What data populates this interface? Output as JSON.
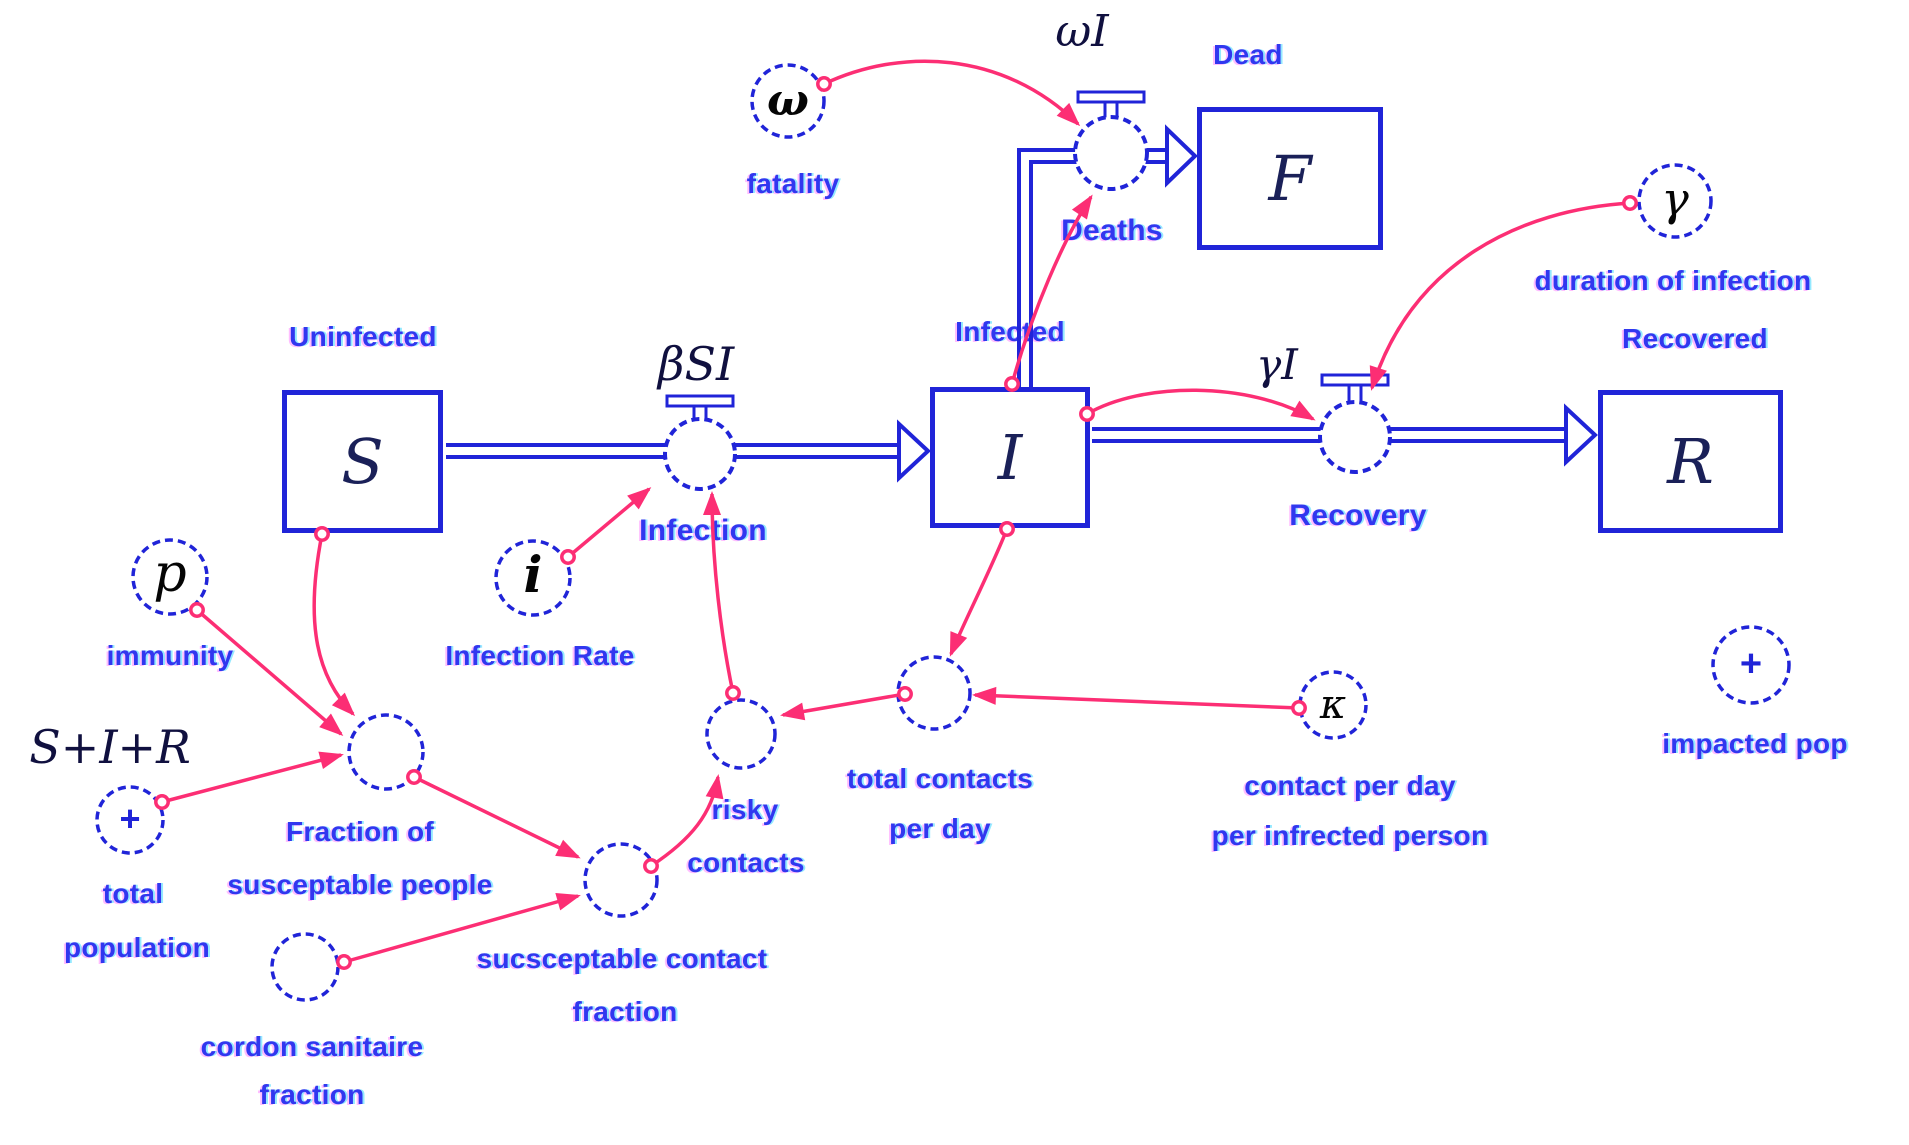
{
  "diagram_type": "stock-and-flow (SIR epidemic model)",
  "stocks": {
    "uninfected": {
      "letter": "S",
      "name": "Uninfected"
    },
    "infected": {
      "letter": "I",
      "name": "Infected"
    },
    "dead": {
      "letter": "F",
      "name": "Dead"
    },
    "recovered": {
      "letter": "R",
      "name": "Recovered"
    }
  },
  "flows": {
    "infection": {
      "name": "Infection",
      "rate": "βSI"
    },
    "deaths": {
      "name": "Deaths",
      "rate": "ωI"
    },
    "recovery": {
      "name": "Recovery",
      "rate": "γI"
    }
  },
  "aux": {
    "fatality": {
      "symbol": "ω",
      "label": "fatality"
    },
    "duration": {
      "symbol": "γ",
      "label": "duration of infection"
    },
    "immunity": {
      "symbol": "p",
      "label": "immunity"
    },
    "total_population": {
      "symbol": "+",
      "expression": "S+I+R",
      "line1": "total",
      "line2": "population"
    },
    "infection_rate": {
      "symbol": "i",
      "label": "Infection Rate"
    },
    "contact_rate": {
      "symbol": "κ",
      "line1": "contact per day",
      "line2": "per infrected person"
    },
    "fraction_susceptable": {
      "line1": "Fraction of",
      "line2": "susceptable people"
    },
    "cordon": {
      "line1": "cordon sanitaire",
      "line2": "fraction"
    },
    "sucsceptable": {
      "line1": "sucsceptable contact",
      "line2": "fraction"
    },
    "risky": {
      "line1": "risky",
      "line2": "contacts"
    },
    "total_contacts": {
      "line1": "total contacts",
      "line2": "per day"
    },
    "impacted_pop": {
      "symbol": "+",
      "label": "impacted pop"
    }
  },
  "colors": {
    "structure_blue": "#2024d8",
    "label_blue": "#3137ef",
    "connector_pink": "#fc2e74",
    "stock_letter": "#1a2058",
    "symbol_black": "#050505"
  }
}
